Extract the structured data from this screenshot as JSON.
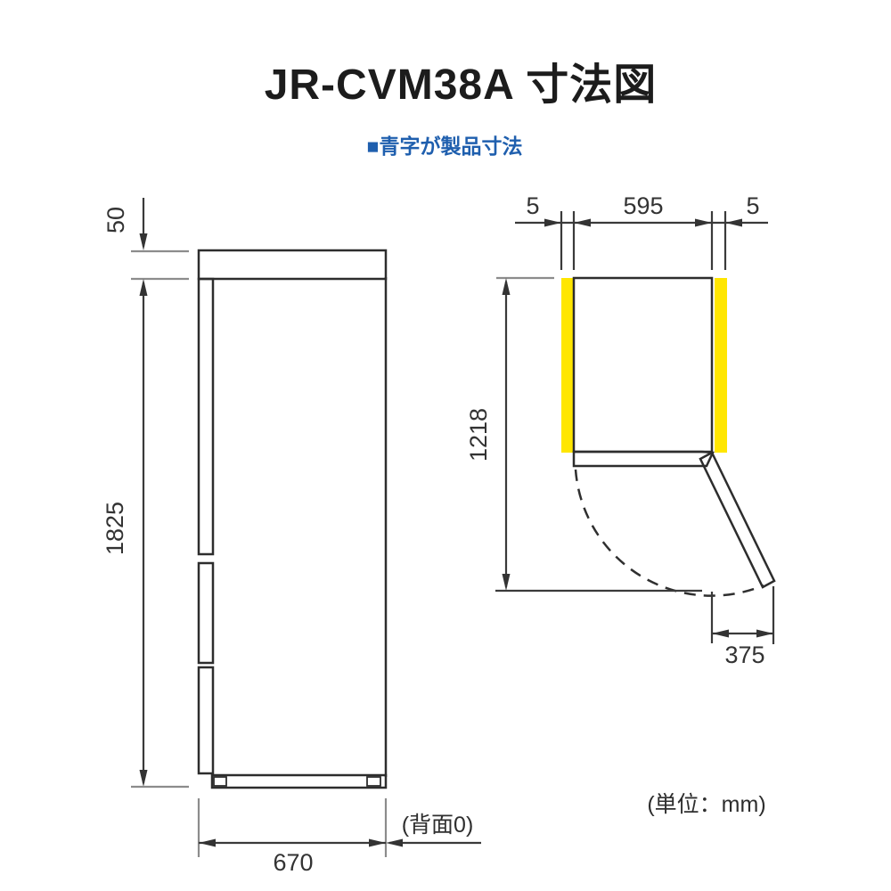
{
  "header": {
    "title": "JR-CVM38A 寸法図",
    "legend": "■青字が製品寸法"
  },
  "colors": {
    "highlight_yellow": "#ffe600",
    "product_dim_blue": "#2a68b2",
    "legend_blue": "#1f5fae"
  },
  "side_view": {
    "top_clearance": "50",
    "height": "1825",
    "depth": "670",
    "rear_note": "(背面0)"
  },
  "top_view": {
    "left_clearance": "5",
    "width": "595",
    "right_clearance": "5",
    "depth_with_open_door": "1218",
    "door_open_depth": "375"
  },
  "footer": {
    "unit_note": "(単位：mm)"
  }
}
